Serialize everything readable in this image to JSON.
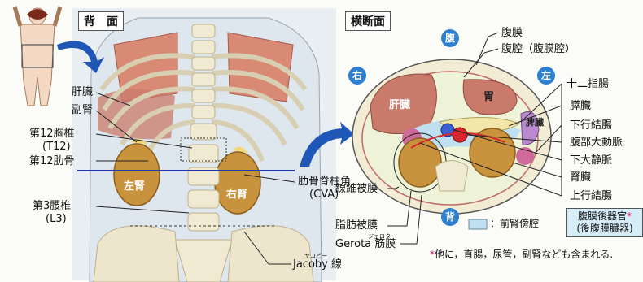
{
  "colors": {
    "bone": "#f1ead2",
    "muscle": "#d98a74",
    "kidney": "#c9923c",
    "liver": "#c97a6a",
    "fat": "#f2e6a8",
    "blue_arrow": "#1f57b8",
    "direction_circle": "#2d7fcf",
    "aorta": "#d8262c",
    "ivc": "#3a5fcf",
    "pararenal_space": "#bfe0f0",
    "retroperitoneal_box": "#d6ecf7"
  },
  "back_view": {
    "title": "背　面",
    "labels": {
      "liver": "肝臓",
      "adrenal": "副腎",
      "t12_line1": "第12胸椎",
      "t12_line2": "(T12)",
      "rib12": "第12肋骨",
      "l3_line1": "第3腰椎",
      "l3_line2": "(L3)",
      "cva_line1": "肋骨脊柱角",
      "cva_line2": "(CVA)",
      "jacoby": "Jacoby 線",
      "jacoby_ruby": "ヤコビー",
      "left_kidney": "左腎",
      "right_kidney": "右腎"
    }
  },
  "cross_section": {
    "title": "横断面",
    "directions": {
      "front": "腹",
      "back": "背",
      "right": "右",
      "left": "左"
    },
    "organs": {
      "liver": "肝臓",
      "stomach": "胃",
      "spleen": "脾臓"
    },
    "right_labels": {
      "peritoneum": "腹膜",
      "peritoneal_cavity": "腹腔（腹膜腔）",
      "duodenum": "十二指腸",
      "pancreas": "膵臓",
      "descending_colon": "下行結腸",
      "aorta": "腹部大動脈",
      "ivc": "下大静脈",
      "kidney": "腎臓",
      "ascending_colon": "上行結腸"
    },
    "bottom_labels": {
      "fibrous_capsule": "線維被膜",
      "fat_capsule": "脂肪被膜",
      "gerota": "Gerota 筋膜",
      "gerota_ruby": "ジェロタ"
    },
    "legend_pararenal": "：前腎傍腔",
    "retroperitoneal_line1": "腹膜後器官",
    "retroperitoneal_line2": "(後腹膜臓器)",
    "retroperitoneal_asterisk": "*",
    "footnote_asterisk": "*",
    "footnote": "他に，直腸，尿管，副腎なども含まれる."
  }
}
